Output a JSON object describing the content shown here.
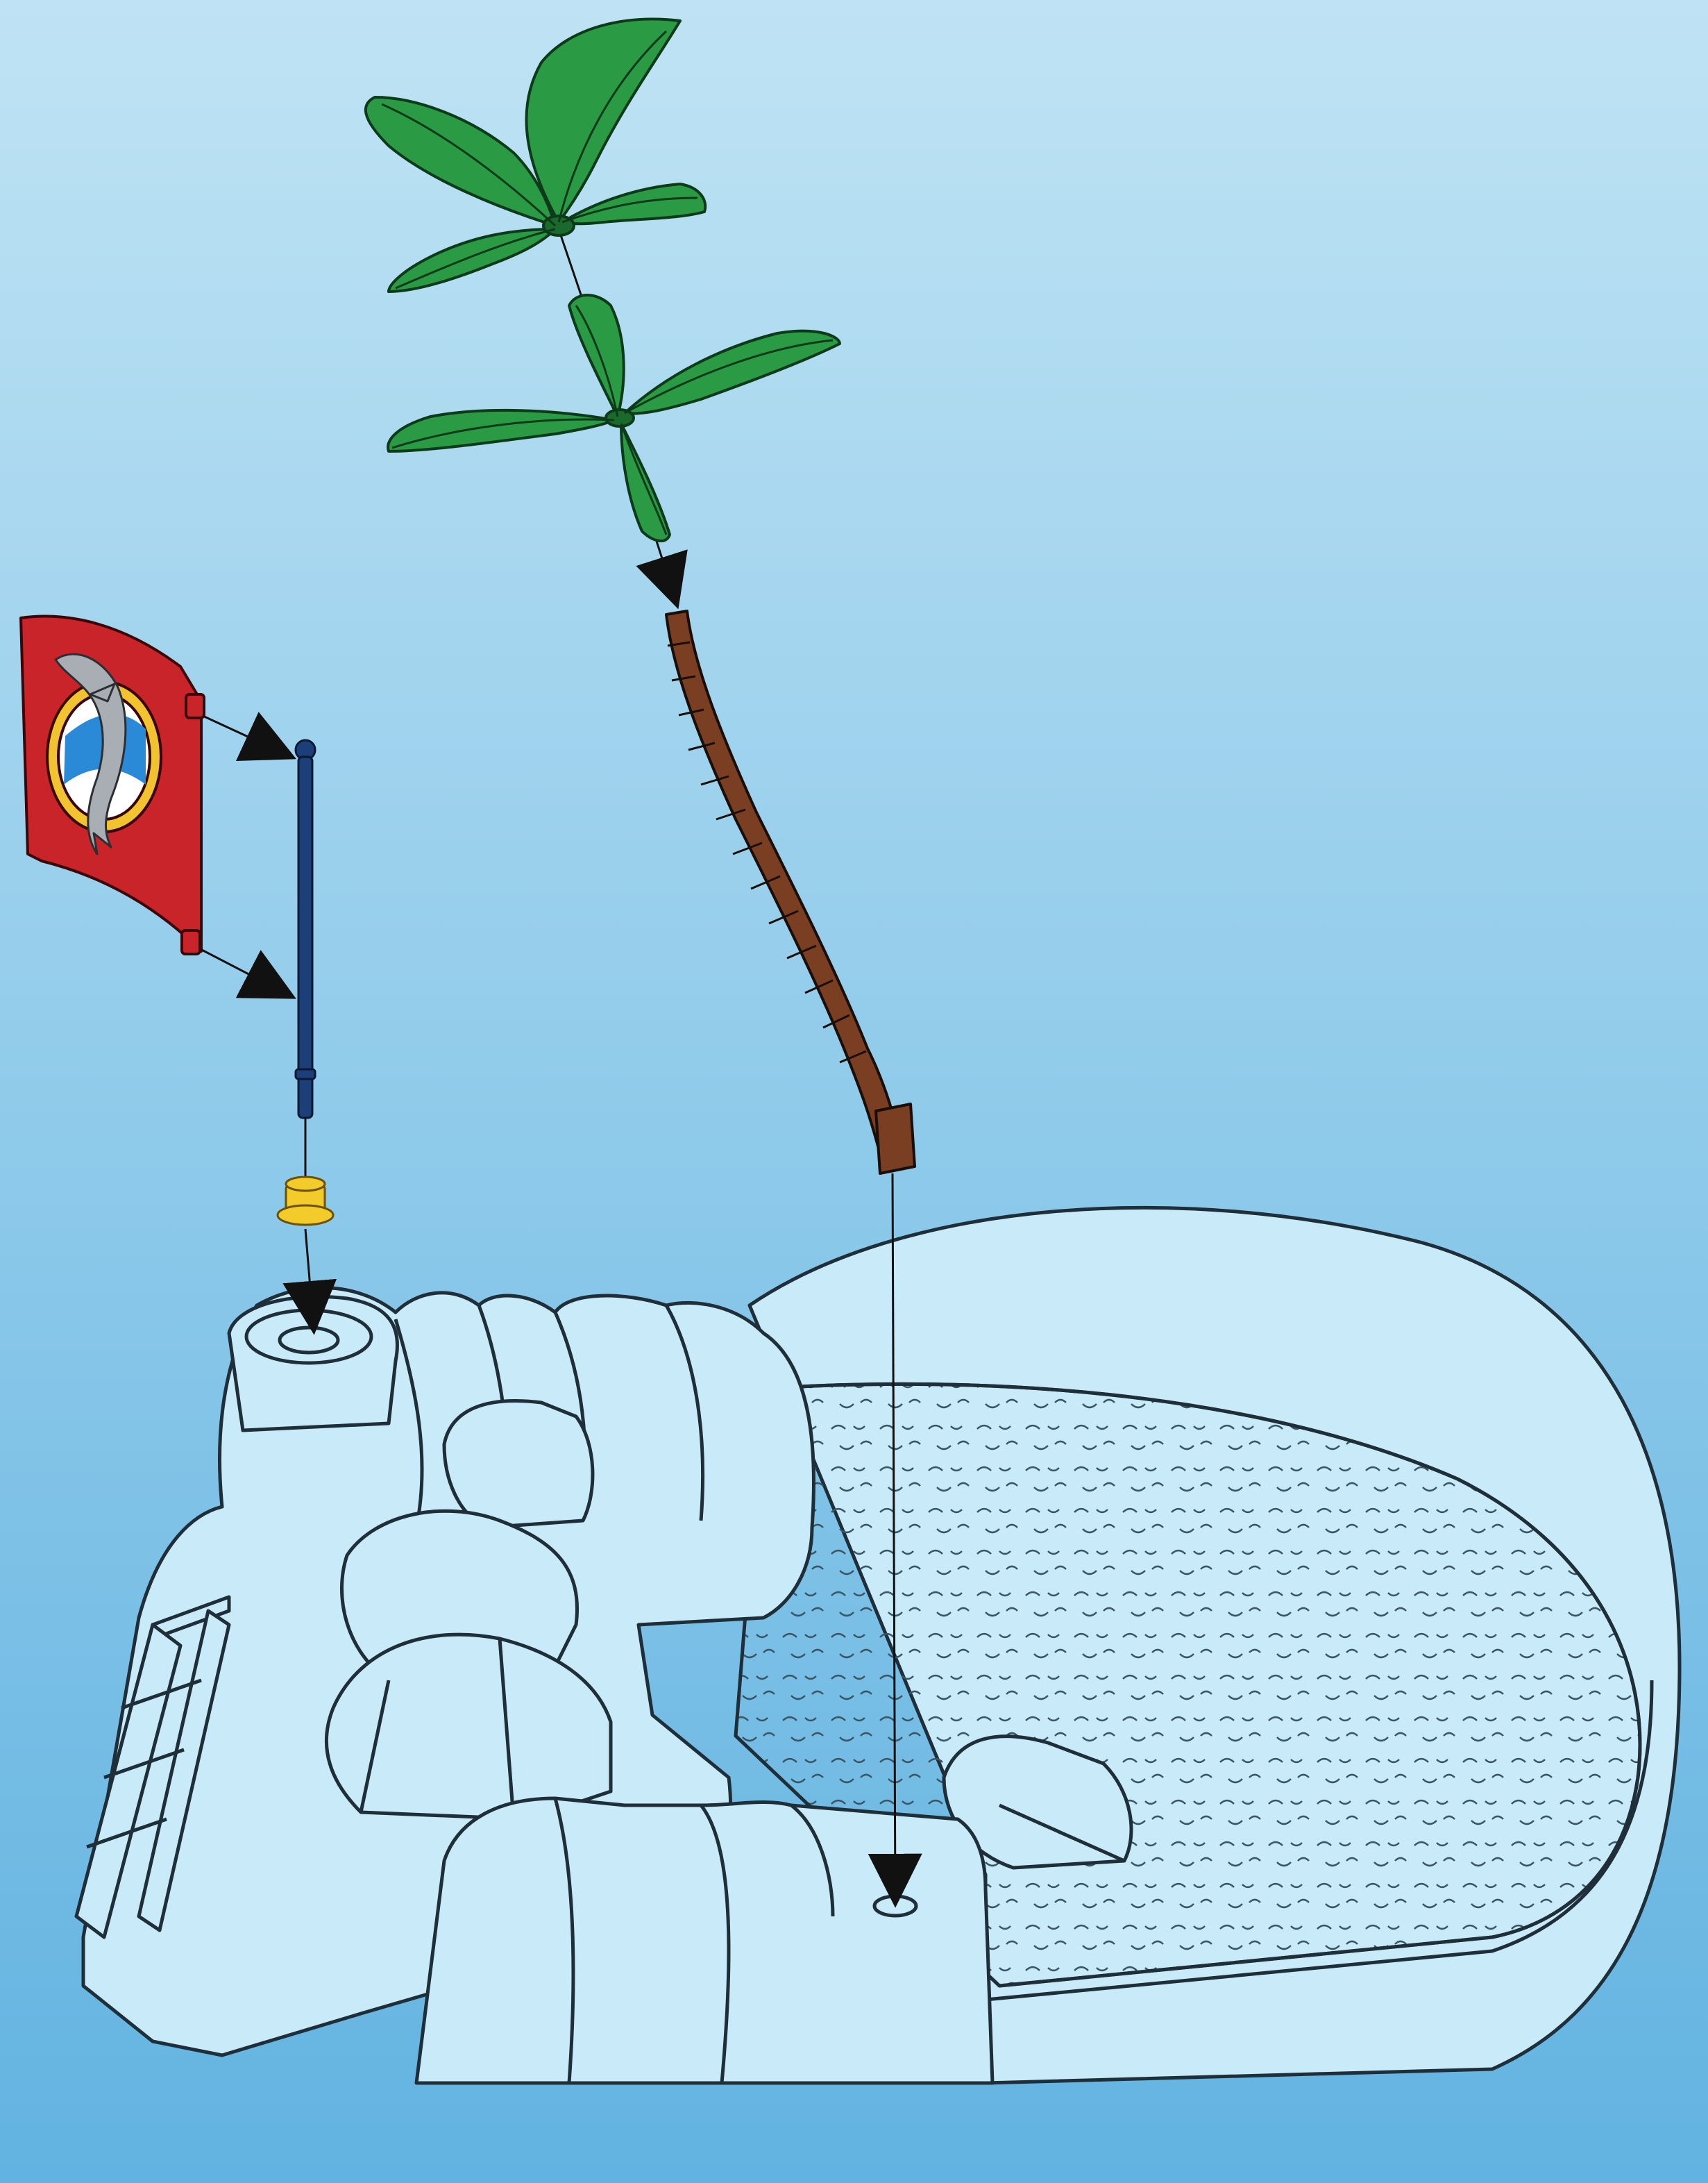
{
  "diagram": {
    "kind": "assembly-instruction",
    "colors": {
      "background_top": "#bfe3f4",
      "background_bottom": "#62b3e1",
      "rock_fill": "#c9ebf9",
      "rock_stroke": "#1f2f3a",
      "leaf_fill": "#2a9a45",
      "leaf_dark": "#1a6a2e",
      "trunk_fill": "#7a3e22",
      "trunk_light": "#9a5a34",
      "flag_fill": "#c8242a",
      "flag_emblem_ring": "#f1c32e",
      "flag_emblem_blue": "#2a8ad8",
      "dolphin_fill": "#a8aeb3",
      "pole_fill": "#1c3f7a",
      "clip_fill": "#f3cc2c",
      "arrow_fill": "#111111"
    },
    "parts": [
      {
        "name": "palm-fronds-top",
        "color": "leaf_fill"
      },
      {
        "name": "palm-fronds-lower",
        "color": "leaf_fill"
      },
      {
        "name": "palm-trunk",
        "color": "trunk_fill"
      },
      {
        "name": "dolphin-flag",
        "color": "flag_fill"
      },
      {
        "name": "flag-pole",
        "color": "pole_fill"
      },
      {
        "name": "pole-clip",
        "color": "clip_fill"
      },
      {
        "name": "rock-island-base",
        "color": "rock_fill"
      }
    ],
    "icons": [
      "dolphin-icon",
      "assembly-arrow-icon"
    ]
  }
}
